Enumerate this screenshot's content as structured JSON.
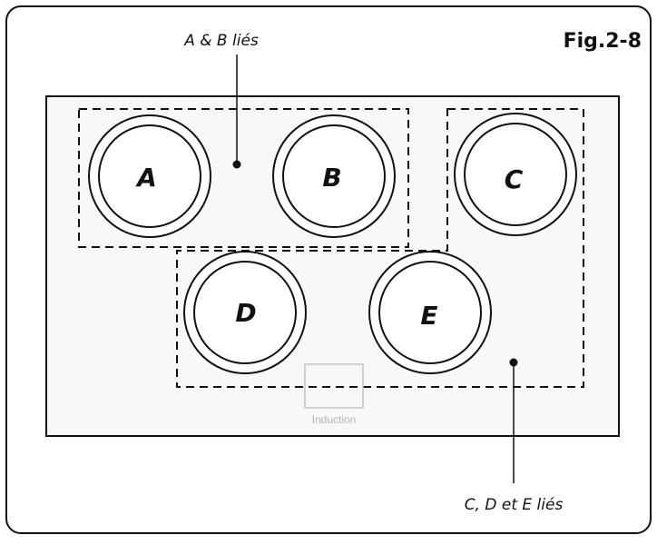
{
  "figure_label": "Fig.2-8",
  "callouts": {
    "top": "A & B liés",
    "bottom": "C, D et E liés"
  },
  "zones": [
    {
      "id": "A",
      "label": "A"
    },
    {
      "id": "B",
      "label": "B"
    },
    {
      "id": "C",
      "label": "C"
    },
    {
      "id": "D",
      "label": "D"
    },
    {
      "id": "E",
      "label": "E"
    }
  ],
  "induction_label": "Induction"
}
